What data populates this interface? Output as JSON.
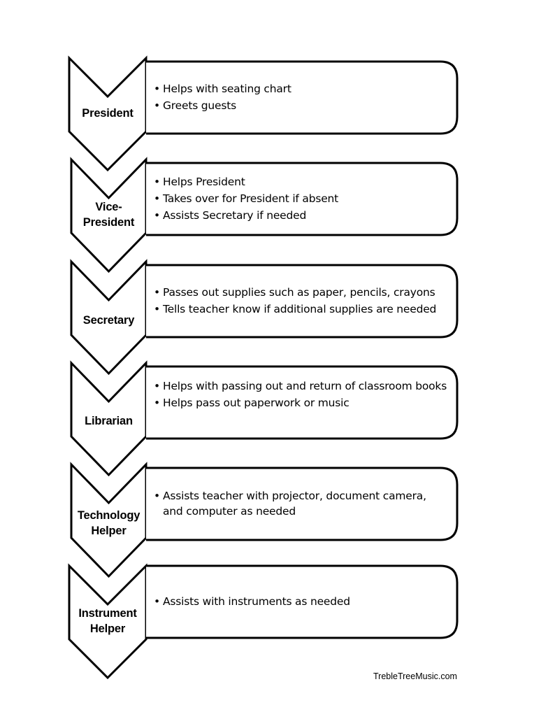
{
  "roles": [
    {
      "title": "President",
      "duties": [
        "Helps with seating chart",
        "Greets guests"
      ]
    },
    {
      "title": "Vice-\nPresident",
      "duties": [
        "Helps President",
        "Takes over for President if absent",
        "Assists Secretary if needed"
      ]
    },
    {
      "title": "Secretary",
      "duties": [
        "Passes out supplies such as paper, pencils, crayons",
        "Tells teacher know if additional supplies are needed"
      ]
    },
    {
      "title": "Librarian",
      "duties": [
        "Helps with passing out and return of classroom books",
        "Helps pass out paperwork or  music"
      ]
    },
    {
      "title": "Technology\nHelper",
      "duties": [
        "Assists teacher with projector, document camera, and computer as needed"
      ]
    },
    {
      "title": "Instrument\nHelper",
      "duties": [
        "Assists with instruments as needed"
      ]
    }
  ],
  "footer": {
    "credit": "TrebleTreeMusic.com"
  },
  "colors": {
    "stroke": "#000000",
    "fill": "#ffffff",
    "text": "#000000"
  }
}
